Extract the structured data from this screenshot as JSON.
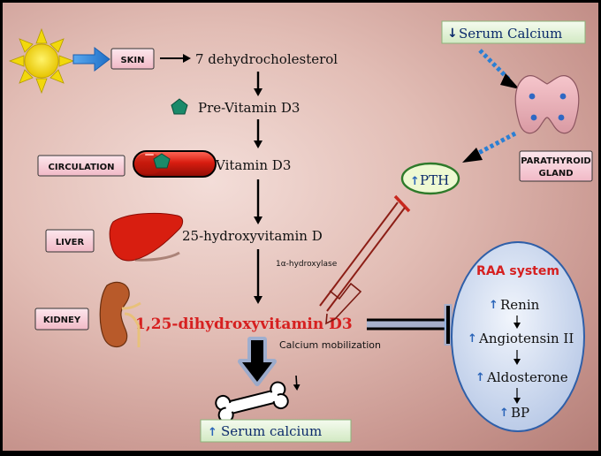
{
  "labels": {
    "skin": "SKIN",
    "circulation": "CIRCULATION",
    "liver": "LIVER",
    "kidney": "KIDNEY",
    "parathyroid_line1": "PARATHYROID",
    "parathyroid_line2": "GLAND"
  },
  "pathway": {
    "dehydrocholesterol": "7 dehydrocholesterol",
    "pre_vitamin_d3": "Pre-Vitamin D3",
    "vitamin_d3": "Vitamin D3",
    "hydroxyvitamin_d": "25-hydroxyvitamin D",
    "enzyme": "1α-hydroxylase",
    "active_form": "1,25-dihydroxyvitamin D3",
    "mobilization": "Calcium mobilization"
  },
  "serum_calcium_top": "Serum Calcium",
  "pth": "PTH",
  "serum_calcium_bottom": "Serum calcium",
  "raa": {
    "title": "RAA system",
    "items": [
      "Renin",
      "Angiotensin II",
      "Aldosterone",
      "BP"
    ]
  },
  "colors": {
    "red_text": "#d62020",
    "navy_text": "#0b2a6b",
    "up_arrow": "#2a64b8",
    "arrow_blue": "#2a7fd4"
  }
}
